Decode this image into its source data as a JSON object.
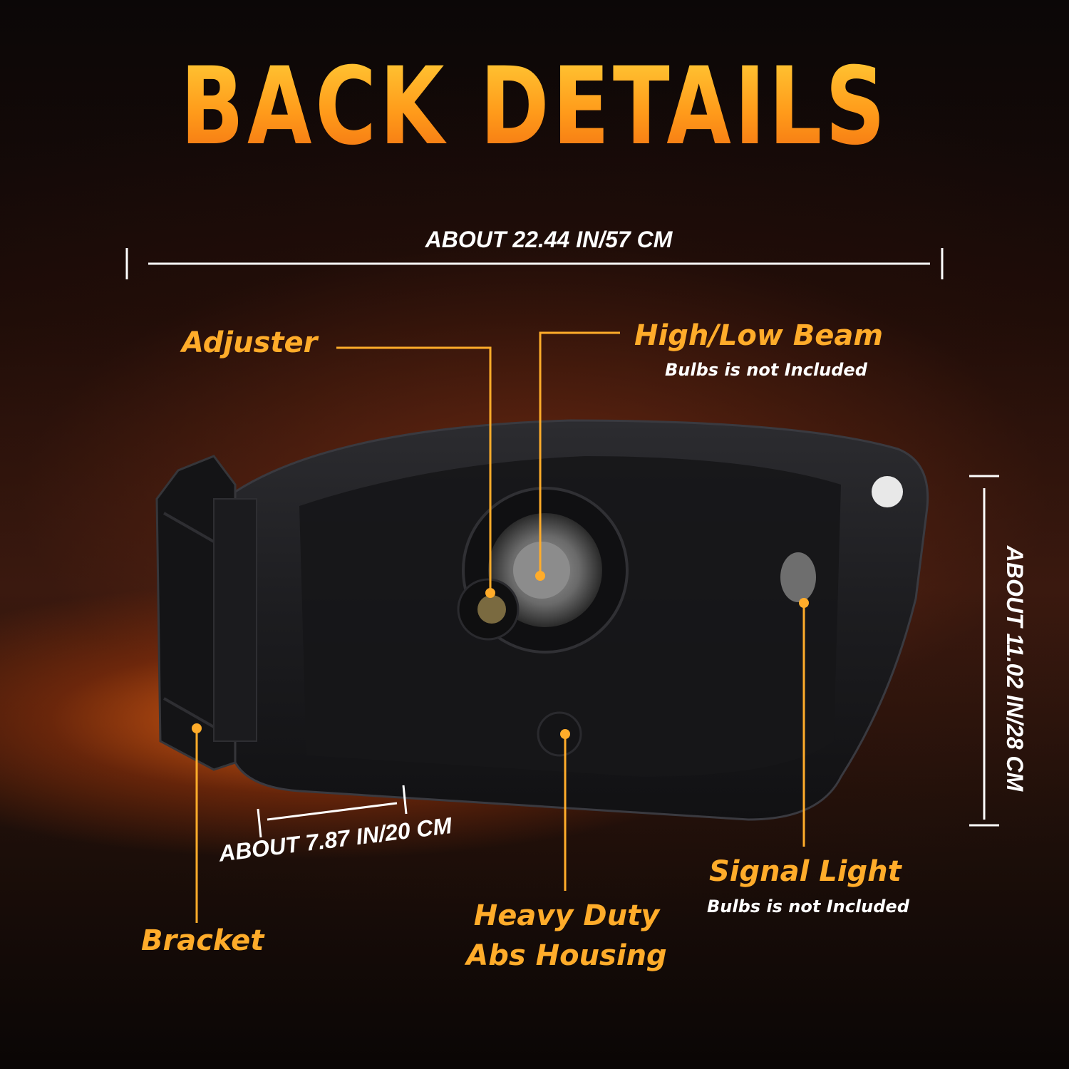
{
  "title": "BACK DETAILS",
  "dimensions": {
    "width": "ABOUT 22.44 IN/57 CM",
    "height": "ABOUT 11.02 IN/28 CM",
    "depth": "ABOUT 7.87 IN/20 CM"
  },
  "callouts": {
    "adjuster": "Adjuster",
    "high_low_beam": "High/Low Beam",
    "high_low_beam_note": "Bulbs is not Included",
    "bracket": "Bracket",
    "housing_line1": "Heavy Duty",
    "housing_line2": "Abs Housing",
    "signal_light": "Signal Light",
    "signal_light_note": "Bulbs is not Included"
  },
  "colors": {
    "accent": "#ffac2a",
    "dim_text": "#ffffff",
    "housing": "#1a1a1c"
  }
}
